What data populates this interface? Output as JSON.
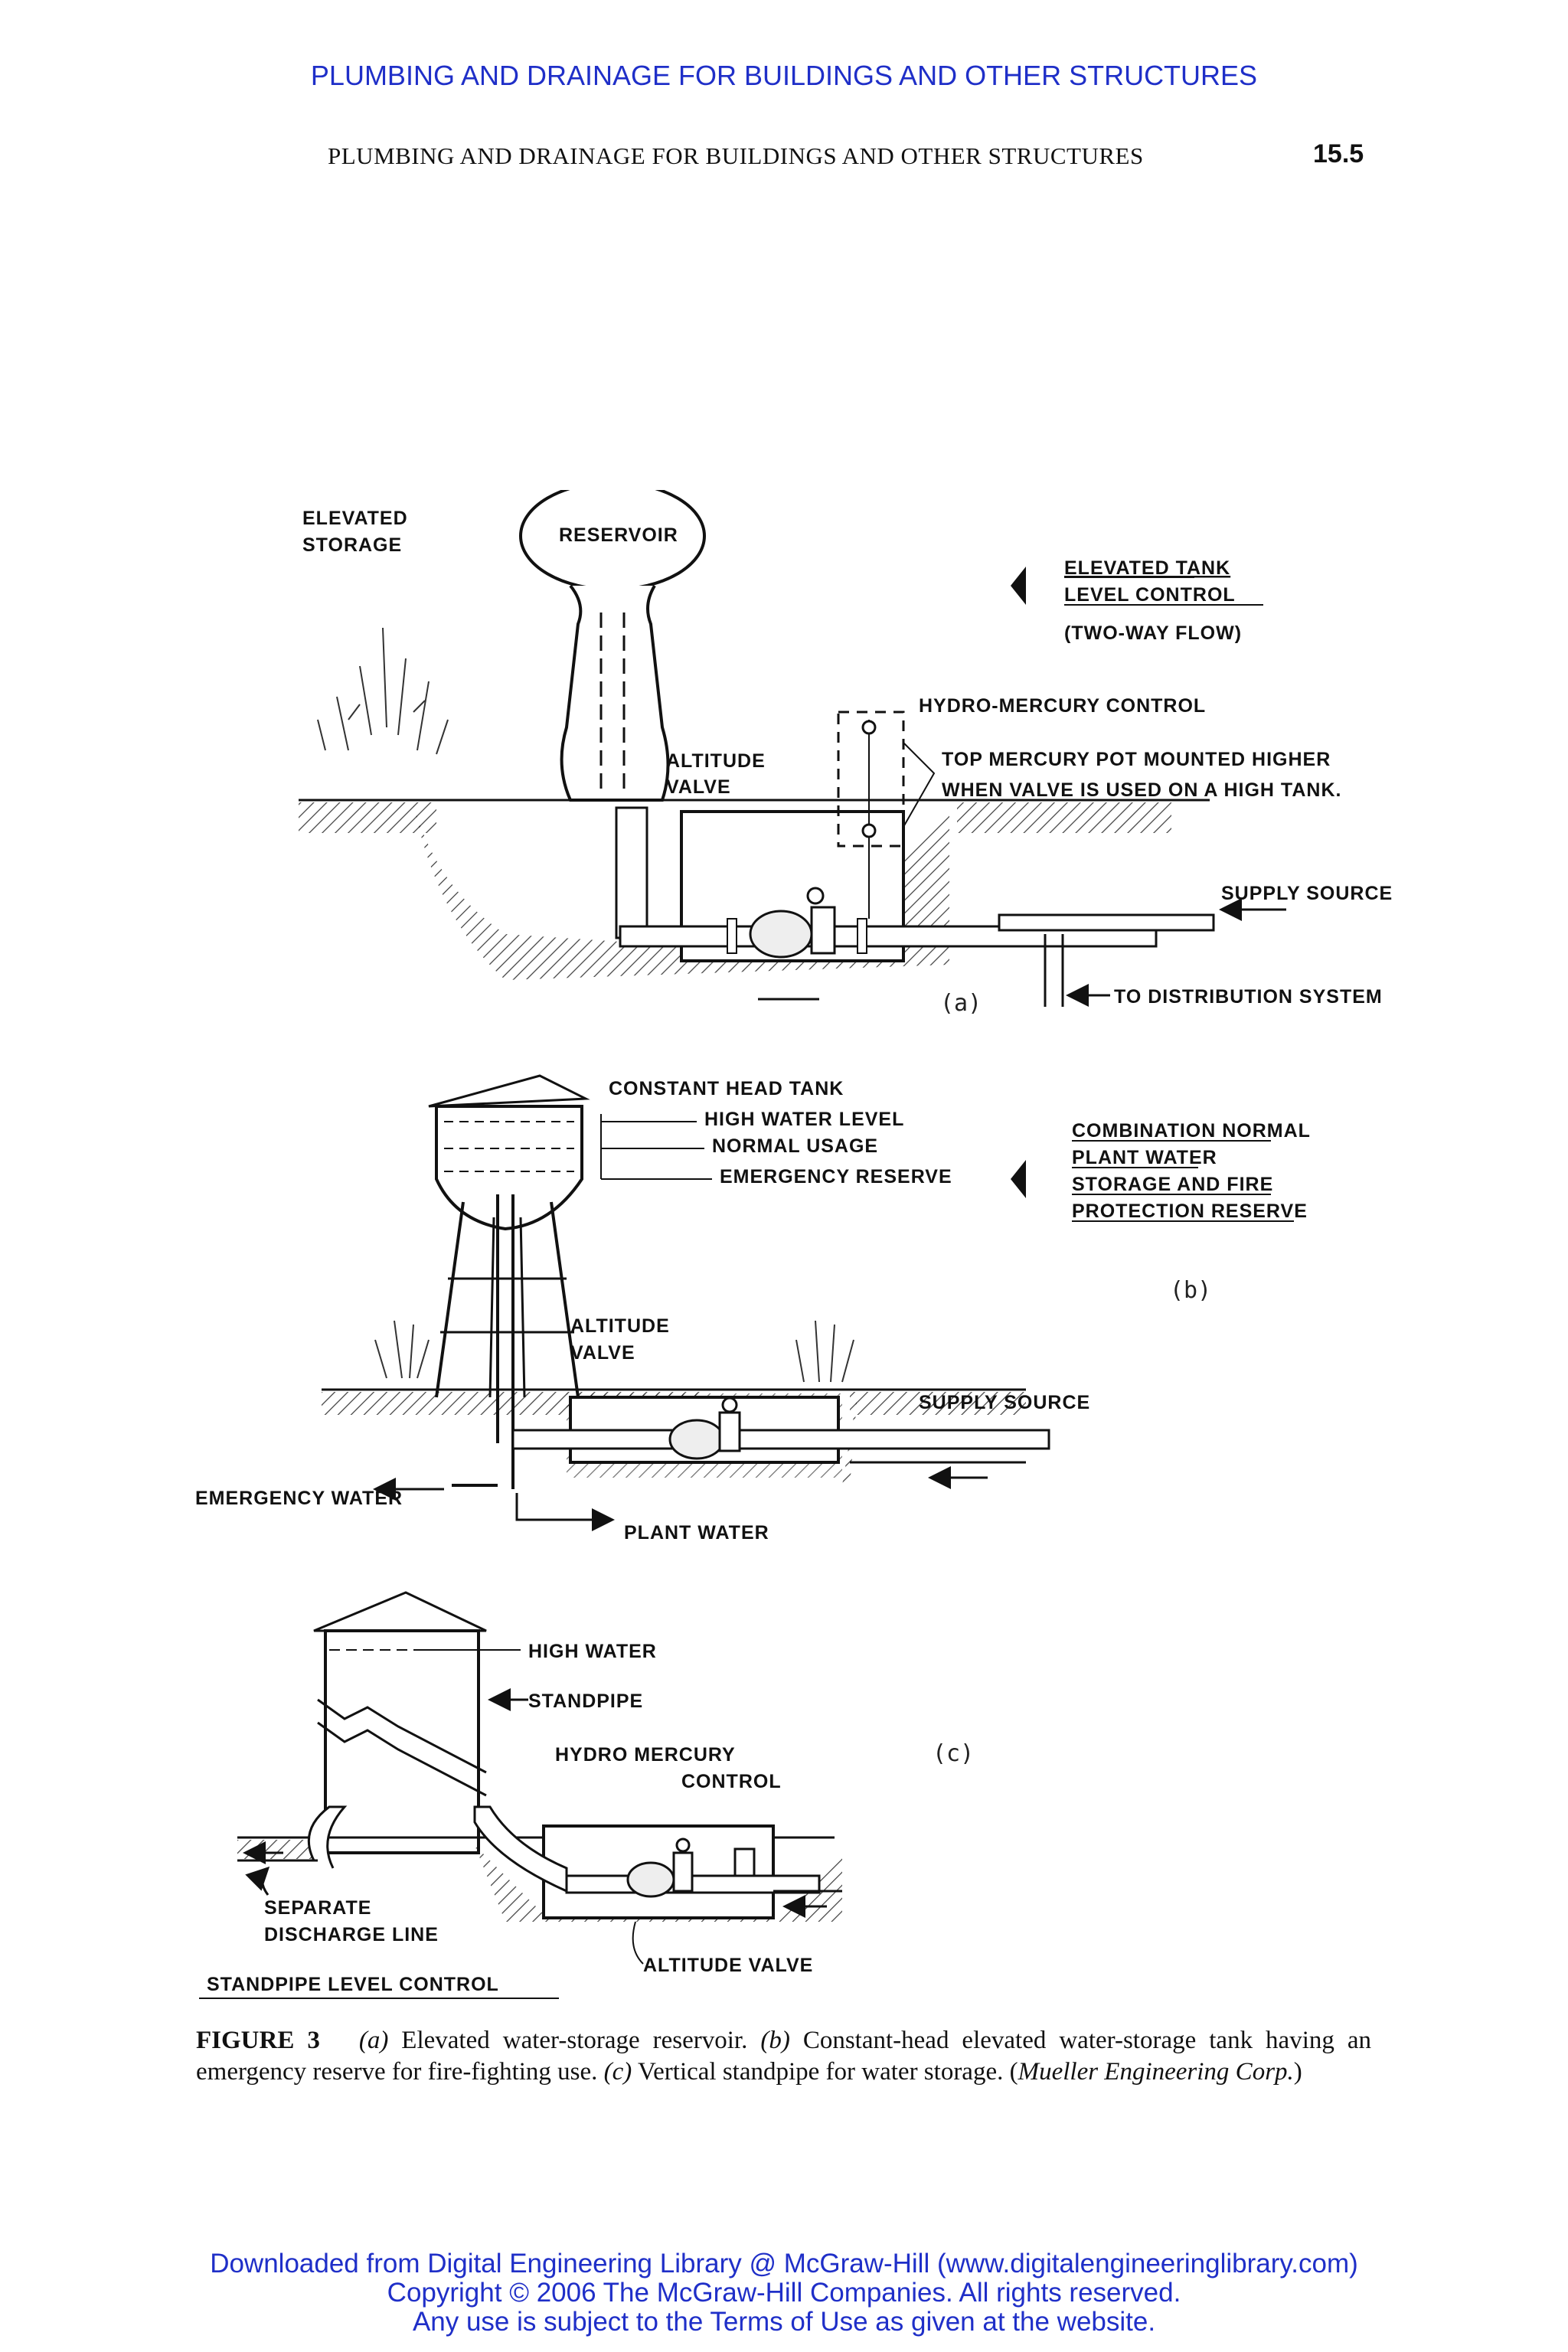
{
  "banner": "PLUMBING AND DRAINAGE FOR BUILDINGS AND OTHER STRUCTURES",
  "running_head": "PLUMBING AND DRAINAGE FOR BUILDINGS AND OTHER STRUCTURES",
  "page_number": "15.5",
  "figure": {
    "panel_a": {
      "panel_label": "(a)",
      "elevated_storage": [
        "ELEVATED",
        "STORAGE"
      ],
      "reservoir": "RESERVOIR",
      "title": [
        "ELEVATED TANK",
        "LEVEL CONTROL",
        "(TWO-WAY FLOW)"
      ],
      "hydro_mercury_control": "HYDRO-MERCURY CONTROL",
      "note": [
        "TOP MERCURY POT MOUNTED HIGHER",
        "WHEN VALVE IS USED ON A HIGH TANK."
      ],
      "altitude_valve": [
        "ALTITUDE",
        "VALVE"
      ],
      "supply_source": "SUPPLY SOURCE",
      "to_distribution": "TO DISTRIBUTION SYSTEM"
    },
    "panel_b": {
      "panel_label": "(b)",
      "constant_head_tank": "CONSTANT HEAD TANK",
      "high_water_level": "HIGH WATER LEVEL",
      "normal_usage": "NORMAL USAGE",
      "emergency_reserve": "EMERGENCY RESERVE",
      "title": [
        "COMBINATION NORMAL",
        "PLANT WATER",
        "STORAGE AND FIRE",
        "PROTECTION RESERVE"
      ],
      "altitude_valve": [
        "ALTITUDE",
        "VALVE"
      ],
      "supply_source": "SUPPLY SOURCE",
      "emergency_water": "EMERGENCY WATER",
      "plant_water": "PLANT WATER"
    },
    "panel_c": {
      "panel_label": "(c)",
      "high_water": "HIGH WATER",
      "standpipe": "STANDPIPE",
      "hydro_mercury_control": [
        "HYDRO MERCURY",
        "CONTROL"
      ],
      "separate_discharge": [
        "SEPARATE",
        "DISCHARGE LINE"
      ],
      "altitude_valve": "ALTITUDE VALVE",
      "title": "STANDPIPE LEVEL CONTROL"
    }
  },
  "caption": {
    "figure_label": "FIGURE 3",
    "a_marker": "(a)",
    "a_text": " Elevated water-storage reservoir. ",
    "b_marker": "(b)",
    "b_text": " Constant-head elevated water-storage tank having an emergency reserve for fire-fighting use. ",
    "c_marker": "(c)",
    "c_text": " Vertical standpipe for water storage. (",
    "credit": "Mueller Engineering Corp.",
    "close": ")"
  },
  "footer": {
    "line1": "Downloaded from Digital Engineering Library @ McGraw-Hill (www.digitalengineeringlibrary.com)",
    "line2": "Copyright © 2006 The McGraw-Hill Companies. All rights reserved.",
    "line3": "Any use is subject to the Terms of Use as given at the website."
  },
  "colors": {
    "link_blue": "#1f2fc8",
    "ink": "#111111"
  }
}
